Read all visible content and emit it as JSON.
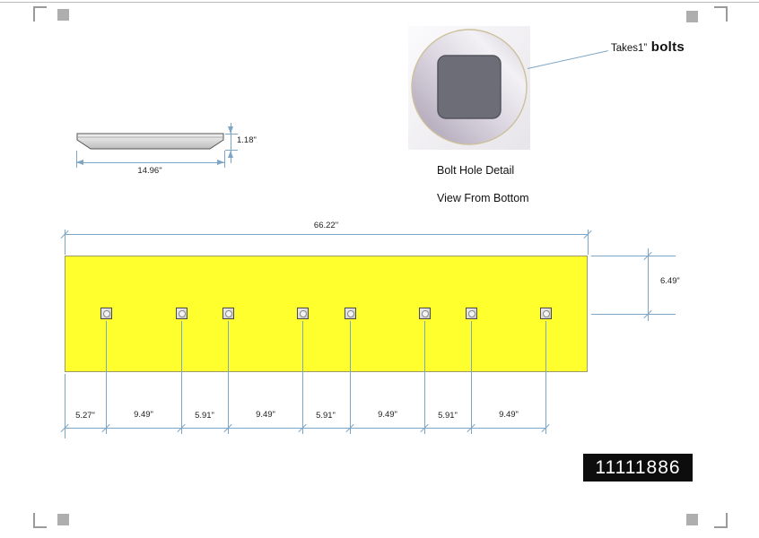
{
  "profile_view": {
    "thickness_dim": "1.18\"",
    "width_dim": "14.96\""
  },
  "bolt_detail": {
    "callout_small": "Takes1”",
    "callout_big": "bolts",
    "caption_title": "Bolt Hole Detail",
    "caption_subtitle": "View From Bottom"
  },
  "plate": {
    "overall_width_dim": "66.22\"",
    "edge_to_holes_dim": "6.49”",
    "spacing_dims": [
      "5.27\"",
      "9.49\"",
      "5.91\"",
      "9.49\"",
      "5.91\"",
      "9.49\"",
      "5.91\"",
      "9.49\""
    ]
  },
  "part_number": "11111886",
  "colors": {
    "dim": "#7da6c6",
    "plate_fill": "#ffff2e",
    "part_box_bg": "#0d0d0d",
    "part_box_text": "#ffffff"
  }
}
